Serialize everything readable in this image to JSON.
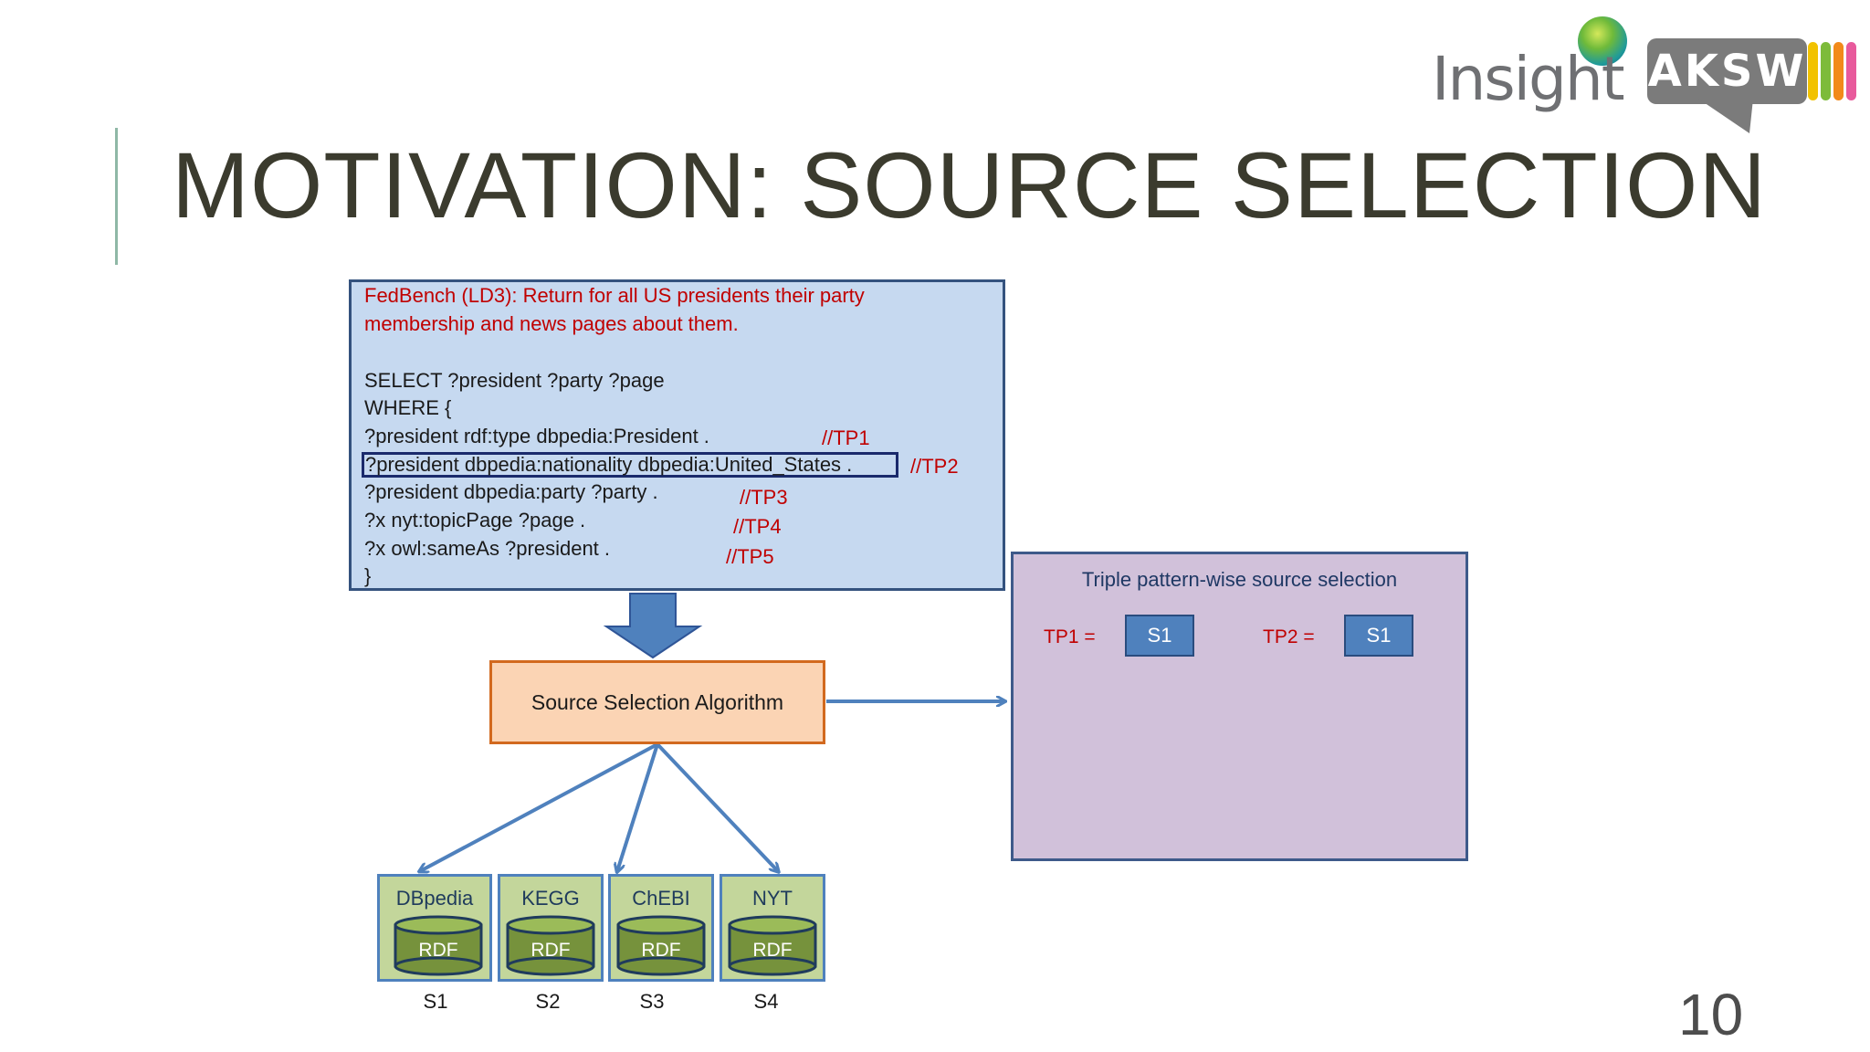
{
  "header": {
    "title": "MOTIVATION: SOURCE SELECTION",
    "logos": {
      "insight": "Insight",
      "aksw": "AKSW"
    },
    "aksw_bar_colors": [
      "#f2c200",
      "#7dbb3a",
      "#f28a1a",
      "#e85a9c"
    ]
  },
  "query": {
    "description_lines": [
      "FedBench (LD3): Return for all US presidents their party",
      "membership and news pages about them."
    ],
    "select": "SELECT ?president ?party ?page",
    "where": "WHERE {",
    "patterns": [
      {
        "text": "?president  rdf:type dbpedia:President .",
        "tag": "//TP1"
      },
      {
        "text": "?president dbpedia:nationality  dbpedia:United_States .",
        "tag": "//TP2"
      },
      {
        "text": "?president dbpedia:party ?party .",
        "tag": "//TP3"
      },
      {
        "text": "?x  nyt:topicPage ?page .",
        "tag": "//TP4"
      },
      {
        "text": "?x  owl:sameAs ?president .",
        "tag": "//TP5"
      }
    ],
    "close": "}"
  },
  "algorithm": {
    "label": "Source Selection Algorithm"
  },
  "result": {
    "title": "Triple pattern-wise source selection",
    "items": [
      {
        "label": "TP1 =",
        "source": "S1"
      },
      {
        "label": "TP2 =",
        "source": "S1"
      }
    ]
  },
  "sources": [
    {
      "name": "DBpedia",
      "store": "RDF",
      "id": "S1"
    },
    {
      "name": "KEGG",
      "store": "RDF",
      "id": "S2"
    },
    {
      "name": "ChEBI",
      "store": "RDF",
      "id": "S3"
    },
    {
      "name": "NYT",
      "store": "RDF",
      "id": "S4"
    }
  ],
  "page_number": "10",
  "colors": {
    "query_fill": "#c6d9f0",
    "result_fill": "#d1c1da",
    "algo_fill": "#fbd4b4",
    "source_fill": "#c3d69b",
    "arrow": "#4f81bd",
    "annotation_red": "#c00000"
  }
}
